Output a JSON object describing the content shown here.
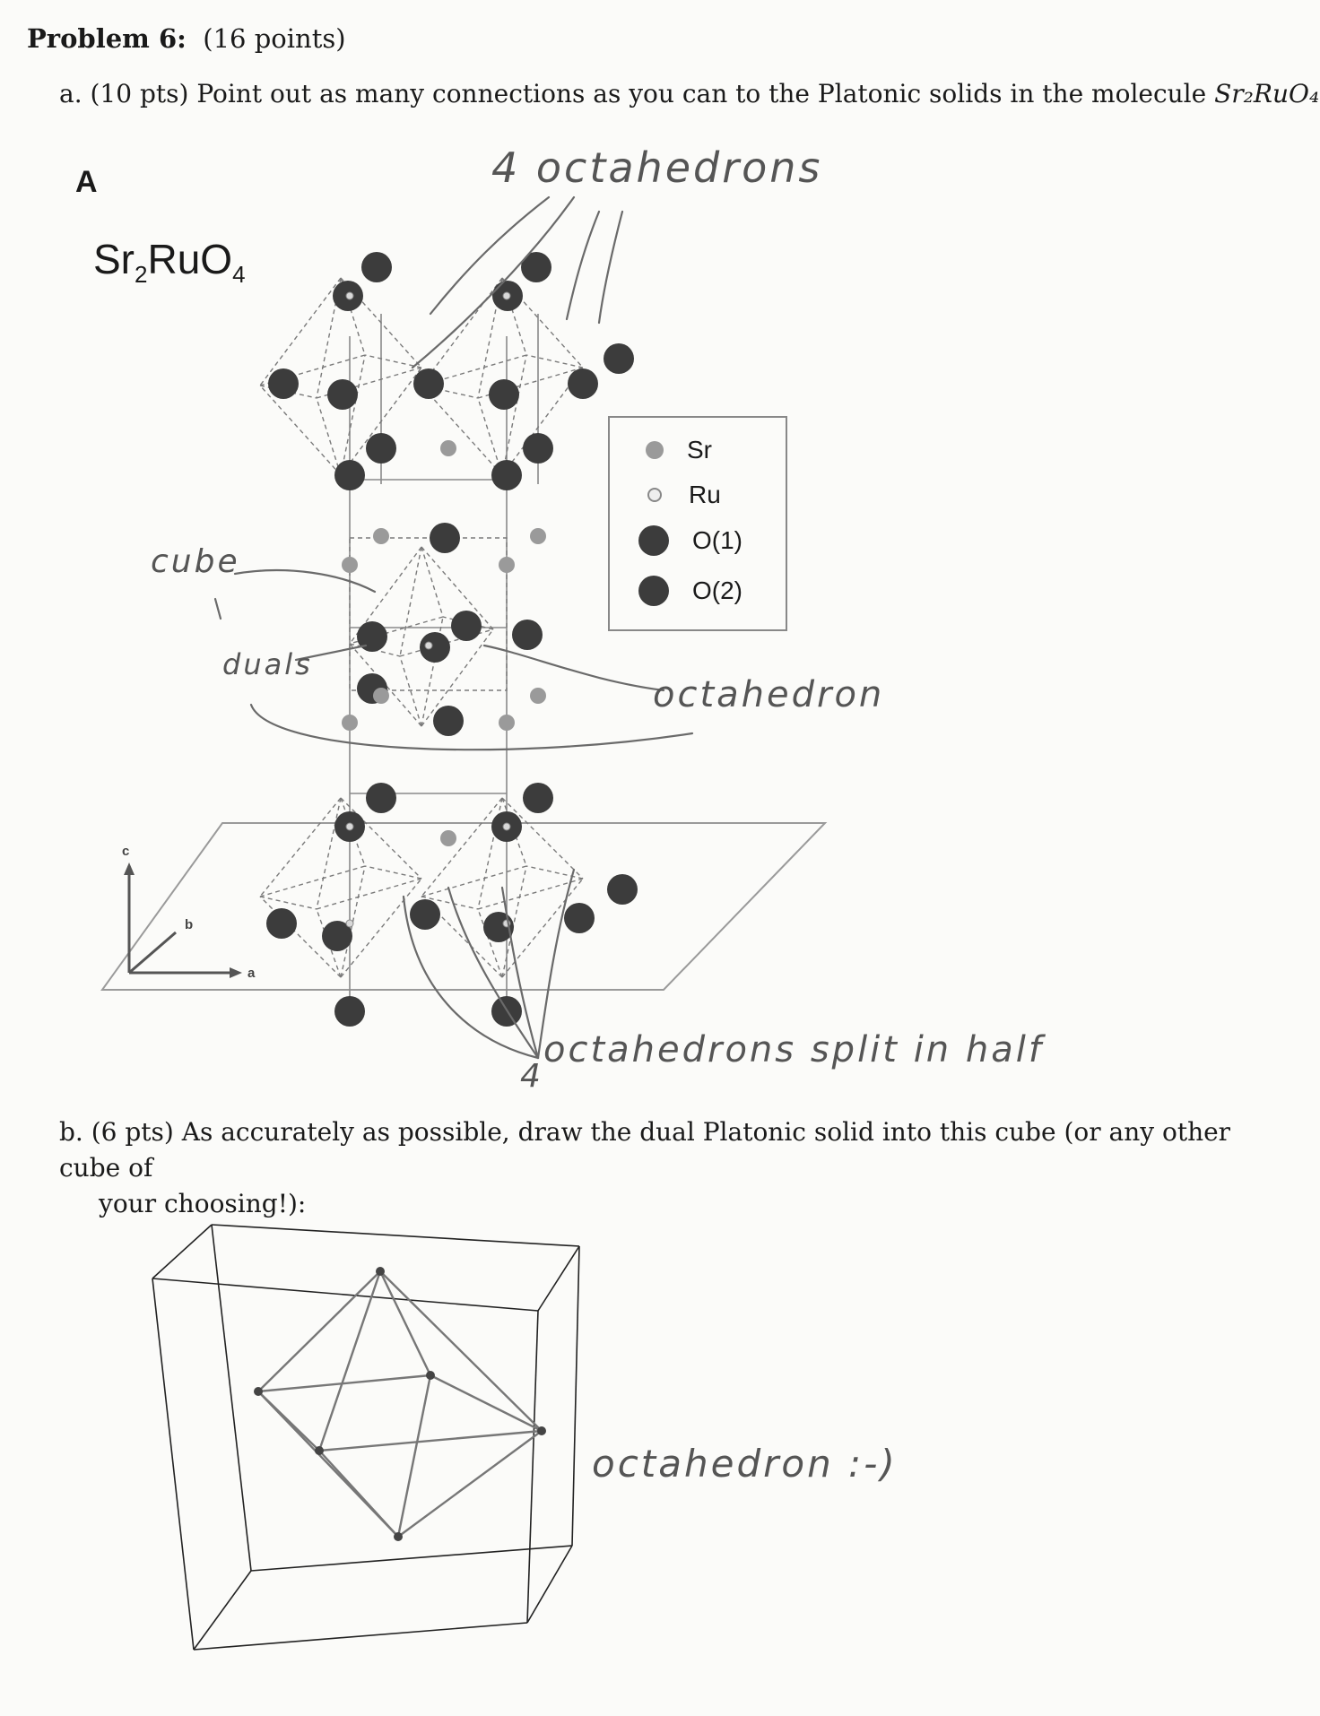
{
  "problem": {
    "label": "Problem 6:",
    "points": "(16 points)"
  },
  "part_a": {
    "prefix": "a. (10 pts) Point out as many connections as you can to the Platonic solids in the molecule ",
    "formula": "Sr₂RuO₄"
  },
  "figure": {
    "panel_letter": "A",
    "title_main": "Sr",
    "title_sub1": "2",
    "title_mid": "RuO",
    "title_sub2": "4",
    "axes": {
      "c": "c",
      "b": "b",
      "a": "a"
    },
    "legend": [
      "Sr",
      "Ru",
      "O(1)",
      "O(2)"
    ],
    "colors": {
      "sr": "#9a9a9a",
      "ru": "#d8d8d8",
      "o": "#3c3c3c"
    }
  },
  "annotations": {
    "octahedrons_top": "4 octahedrons",
    "cube": "cube",
    "duals": "duals",
    "octahedron_mid": "octahedron",
    "split": "octahedrons split in half",
    "split_number": "4"
  },
  "part_b": {
    "line1": "b. (6 pts) As accurately as possible, draw the dual Platonic solid into this cube (or any other cube of",
    "line2": "your choosing!):",
    "answer": "octahedron :-)"
  }
}
